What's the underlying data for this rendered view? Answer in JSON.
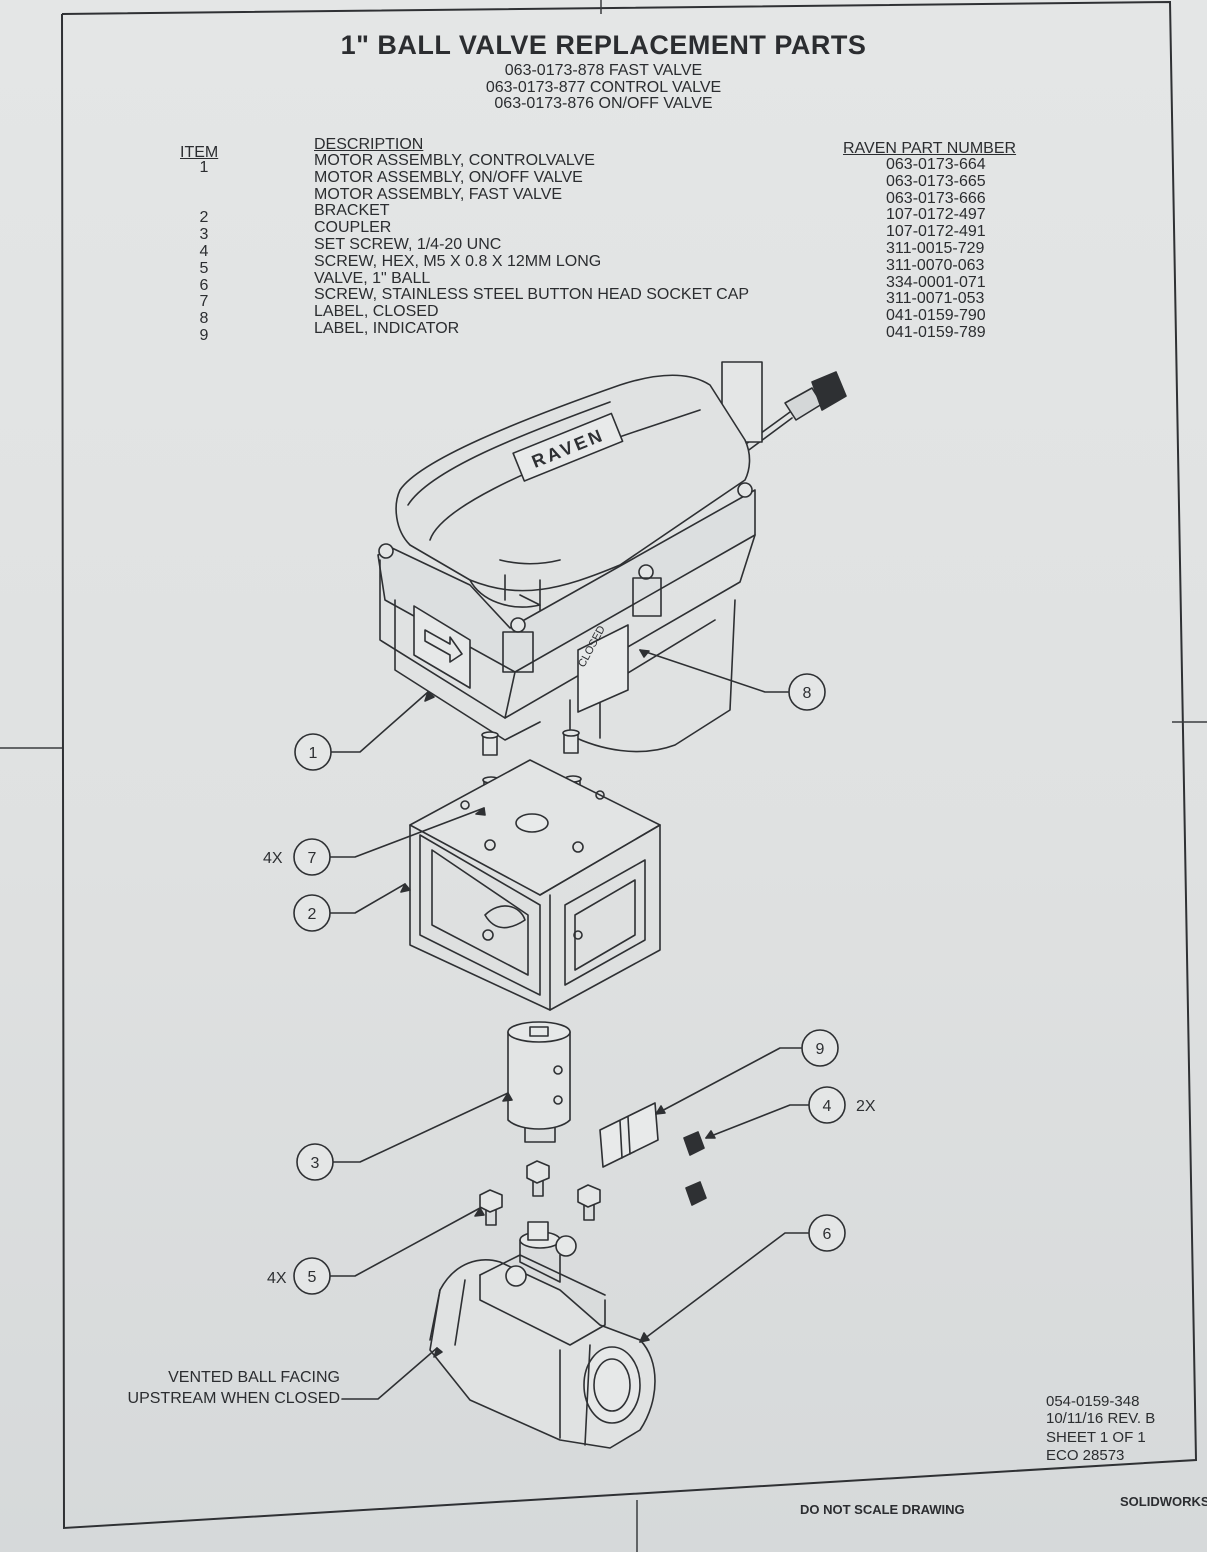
{
  "title": "1\" BALL VALVE REPLACEMENT PARTS",
  "subtitles": [
    "063-0173-878 FAST VALVE",
    "063-0173-877 CONTROL VALVE",
    "063-0173-876 ON/OFF VALVE"
  ],
  "table": {
    "headers": {
      "item": "ITEM",
      "description": "DESCRIPTION",
      "part_number": "RAVEN PART NUMBER"
    },
    "rows": [
      {
        "item": "1",
        "description": "MOTOR ASSEMBLY, CONTROLVALVE",
        "part_number": "063-0173-664"
      },
      {
        "item": "",
        "description": "MOTOR ASSEMBLY, ON/OFF VALVE",
        "part_number": "063-0173-665"
      },
      {
        "item": "",
        "description": "MOTOR ASSEMBLY, FAST VALVE",
        "part_number": "063-0173-666"
      },
      {
        "item": "2",
        "description": "BRACKET",
        "part_number": "107-0172-497"
      },
      {
        "item": "3",
        "description": "COUPLER",
        "part_number": "107-0172-491"
      },
      {
        "item": "4",
        "description": "SET SCREW, 1/4-20 UNC",
        "part_number": "311-0015-729"
      },
      {
        "item": "5",
        "description": "SCREW, HEX, M5 X 0.8 X 12MM LONG",
        "part_number": "311-0070-063"
      },
      {
        "item": "6",
        "description": "VALVE, 1\" BALL",
        "part_number": "334-0001-071"
      },
      {
        "item": "7",
        "description": "SCREW, STAINLESS STEEL BUTTON HEAD SOCKET CAP",
        "part_number": "311-0071-053"
      },
      {
        "item": "8",
        "description": "LABEL, CLOSED",
        "part_number": "041-0159-790"
      },
      {
        "item": "9",
        "description": "LABEL, INDICATOR",
        "part_number": "041-0159-789"
      }
    ]
  },
  "drawing": {
    "brand": "RAVEN",
    "closed_label": "CLOSED",
    "callouts": [
      "1",
      "2",
      "3",
      "4",
      "5",
      "6",
      "7",
      "8",
      "9"
    ],
    "qty": {
      "seven": "4X",
      "five": "4X",
      "four": "2X"
    },
    "note": [
      "VENTED BALL FACING",
      "UPSTREAM WHEN CLOSED"
    ]
  },
  "footer": {
    "doc_lines": [
      "054-0159-348",
      "10/11/16 REV. B",
      "SHEET 1 OF 1",
      "ECO 28573"
    ],
    "do_not_scale": "DO NOT SCALE DRAWING",
    "software": "SOLIDWORKS"
  },
  "colors": {
    "paper": "#e2e4e4",
    "ink": "#2b2d30",
    "background": "#d9dcdd"
  }
}
